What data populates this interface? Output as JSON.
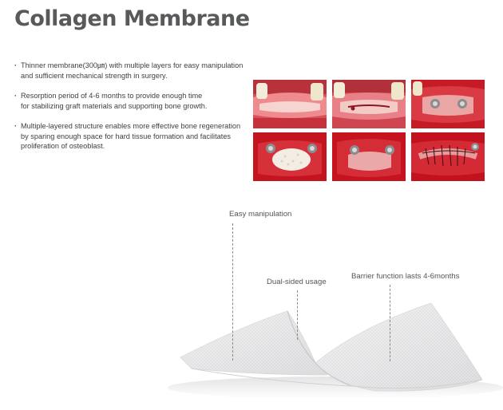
{
  "title": "Collagen Membrane",
  "bullets": [
    {
      "lines": [
        "Thinner membrane(300㎛) with multiple layers for easy manipulation",
        "and sufficient mechanical  strength in surgery."
      ]
    },
    {
      "lines": [
        "Resorption period of 4-6 months to provide enough time",
        "for stabilizing graft materials  and supporting bone growth."
      ]
    },
    {
      "lines": [
        "Multiple-layered structure enables more effective bone regeneration",
        "by sparing enough space for hard tissue formation and facilitates",
        "proliferation of osteoblast."
      ]
    }
  ],
  "photos": [
    {
      "name": "clinical-photo-1",
      "theme": "gum-pale"
    },
    {
      "name": "clinical-photo-2",
      "theme": "gum-incision"
    },
    {
      "name": "clinical-photo-3",
      "theme": "implant-site"
    },
    {
      "name": "clinical-photo-4",
      "theme": "graft-placed"
    },
    {
      "name": "clinical-photo-5",
      "theme": "membrane-placed"
    },
    {
      "name": "clinical-photo-6",
      "theme": "sutured"
    }
  ],
  "callouts": {
    "easy": "Easy manipulation",
    "dual": "Dual-sided usage",
    "barrier": "Barrier function lasts 4-6months"
  },
  "colors": {
    "title": "#58595b",
    "gum": "#e04a55",
    "blood": "#c8151f",
    "tooth": "#f3ecd8",
    "membrane": "#e8e9ea"
  }
}
